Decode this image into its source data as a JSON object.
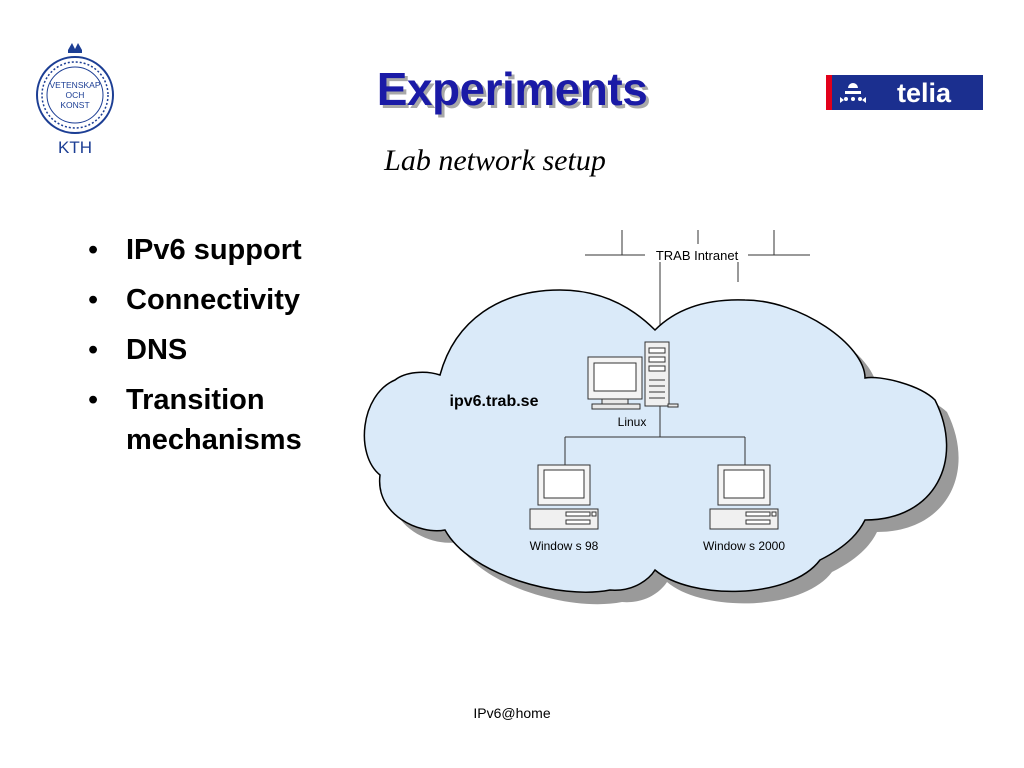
{
  "slide": {
    "title": "Experiments",
    "subtitle": "Lab network setup"
  },
  "logos": {
    "kth_lines": [
      "VETENSKAP",
      "OCH",
      "KONST"
    ],
    "kth_name": "KTH",
    "telia_name": "telia"
  },
  "bullets": [
    "IPv6 support",
    "Connectivity",
    "DNS",
    "Transition mechanisms"
  ],
  "diagram": {
    "intranet_label": "TRAB Intranet",
    "domain_label": "ipv6.trab.se",
    "linux_label": "Linux",
    "win98_label": "Window s 98",
    "win2000_label": "Window s 2000"
  },
  "footer": "IPv6@home",
  "colors": {
    "title": "#1a1aa6",
    "title_shadow": "#a8a8a8",
    "kth_blue": "#1c3e94",
    "telia_blue": "#1b2f8f",
    "telia_red": "#e2001a",
    "cloud_fill": "#daeaf9",
    "cloud_shadow": "#9a9a9a"
  }
}
